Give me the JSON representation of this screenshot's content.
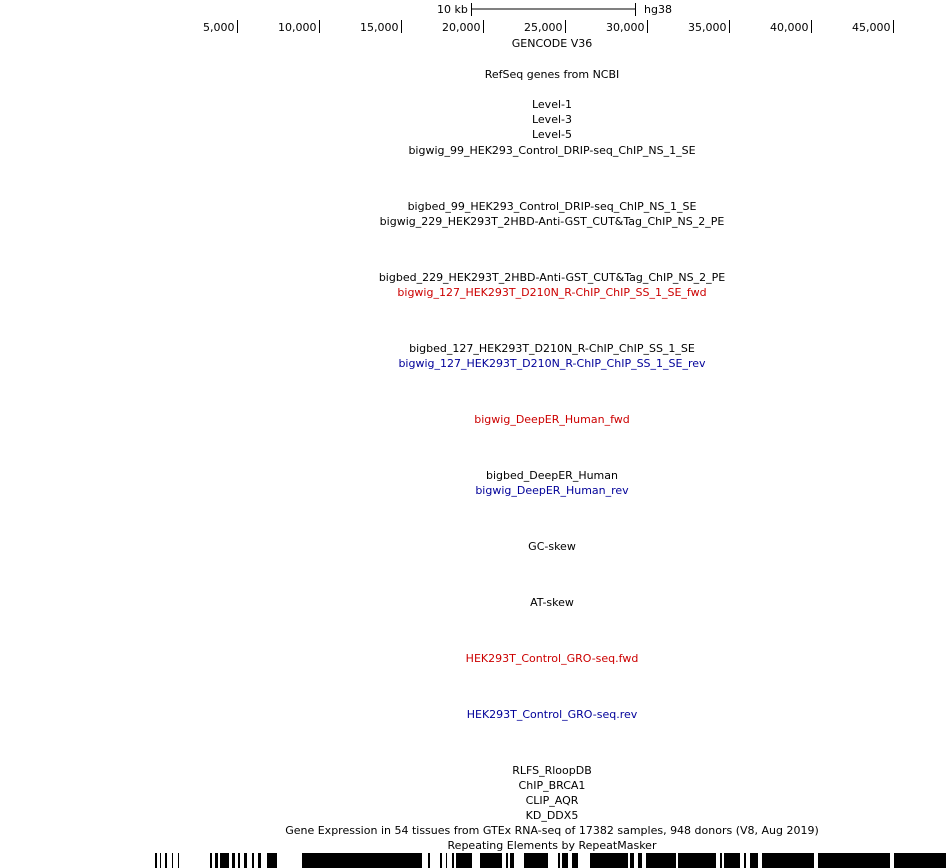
{
  "scale": {
    "label": "10 kb",
    "assembly": "hg38"
  },
  "ruler": {
    "ticks": [
      {
        "label": "5,000",
        "pos": 5000
      },
      {
        "label": "10,000",
        "pos": 10000
      },
      {
        "label": "15,000",
        "pos": 15000
      },
      {
        "label": "20,000",
        "pos": 20000
      },
      {
        "label": "25,000",
        "pos": 25000
      },
      {
        "label": "30,000",
        "pos": 30000
      },
      {
        "label": "35,000",
        "pos": 35000
      },
      {
        "label": "40,000",
        "pos": 40000
      },
      {
        "label": "45,000",
        "pos": 45000
      }
    ]
  },
  "colors": {
    "fwd": "#cc0000",
    "rev": "#000099",
    "default": "#000000"
  },
  "tracks": [
    {
      "label": "GENCODE V36",
      "strand": "default"
    },
    {
      "label": "RefSeq genes from NCBI",
      "strand": "default"
    },
    {
      "label": "Level-1",
      "strand": "default"
    },
    {
      "label": "Level-3",
      "strand": "default"
    },
    {
      "label": "Level-5",
      "strand": "default"
    },
    {
      "label": "bigwig_99_HEK293_Control_DRIP-seq_ChIP_NS_1_SE",
      "strand": "default"
    },
    {
      "label": "bigbed_99_HEK293_Control_DRIP-seq_ChIP_NS_1_SE",
      "strand": "default"
    },
    {
      "label": "bigwig_229_HEK293T_2HBD-Anti-GST_CUT&Tag_ChIP_NS_2_PE",
      "strand": "default"
    },
    {
      "label": "bigbed_229_HEK293T_2HBD-Anti-GST_CUT&Tag_ChIP_NS_2_PE",
      "strand": "default"
    },
    {
      "label": "bigwig_127_HEK293T_D210N_R-ChIP_ChIP_SS_1_SE_fwd",
      "strand": "fwd"
    },
    {
      "label": "bigbed_127_HEK293T_D210N_R-ChIP_ChIP_SS_1_SE",
      "strand": "default"
    },
    {
      "label": "bigwig_127_HEK293T_D210N_R-ChIP_ChIP_SS_1_SE_rev",
      "strand": "rev"
    },
    {
      "label": "bigwig_DeepER_Human_fwd",
      "strand": "fwd"
    },
    {
      "label": "bigbed_DeepER_Human",
      "strand": "default"
    },
    {
      "label": "bigwig_DeepER_Human_rev",
      "strand": "rev"
    },
    {
      "label": "GC-skew",
      "strand": "default"
    },
    {
      "label": "AT-skew",
      "strand": "default"
    },
    {
      "label": "HEK293T_Control_GRO-seq.fwd",
      "strand": "fwd"
    },
    {
      "label": "HEK293T_Control_GRO-seq.rev",
      "strand": "rev"
    },
    {
      "label": "RLFS_RloopDB",
      "strand": "default"
    },
    {
      "label": "ChIP_BRCA1",
      "strand": "default"
    },
    {
      "label": "CLIP_AQR",
      "strand": "default"
    },
    {
      "label": "KD_DDX5",
      "strand": "default"
    },
    {
      "label": "Gene Expression in 54 tissues from GTEx RNA-seq of 17382 samples, 948 donors (V8, Aug 2019)",
      "strand": "default"
    },
    {
      "label": "Repeating Elements by RepeatMasker",
      "strand": "default"
    }
  ]
}
